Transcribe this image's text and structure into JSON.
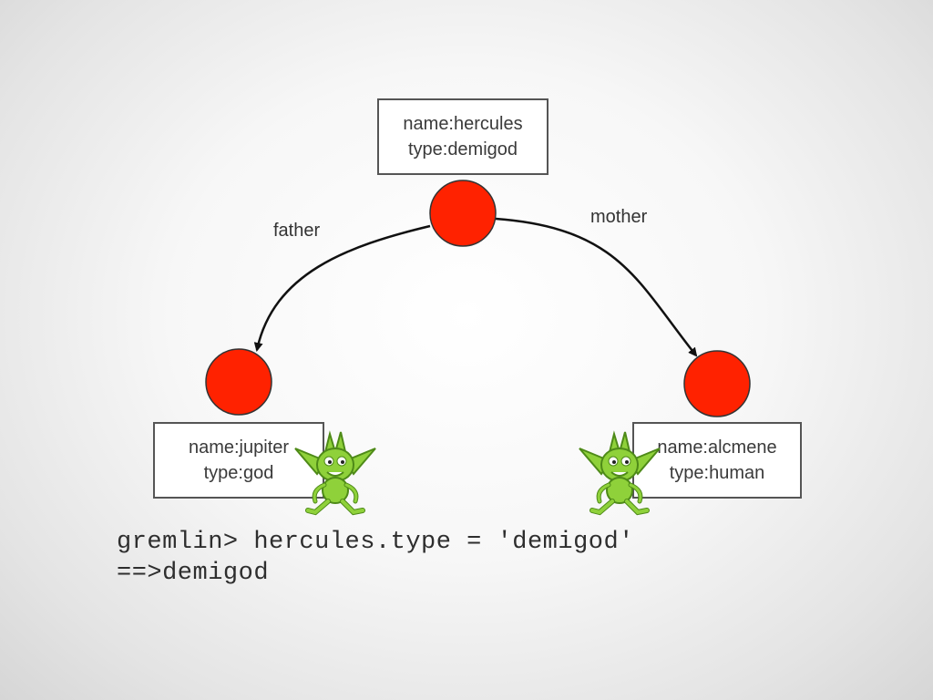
{
  "diagram": {
    "nodes": [
      {
        "id": "hercules",
        "properties": [
          "name:hercules",
          "type:demigod"
        ]
      },
      {
        "id": "jupiter",
        "properties": [
          "name:jupiter",
          "type:god"
        ]
      },
      {
        "id": "alcmene",
        "properties": [
          "name:alcmene",
          "type:human"
        ]
      }
    ],
    "edges": [
      {
        "from": "hercules",
        "to": "jupiter",
        "label": "father"
      },
      {
        "from": "hercules",
        "to": "alcmene",
        "label": "mother"
      }
    ],
    "colors": {
      "vertex": "#ff2200",
      "vertex_stroke": "#333333",
      "edge": "#111111",
      "gremlin": "#8fd13a",
      "gremlin_dark": "#4e8a18"
    },
    "icons": [
      "gremlin-mascot-icon",
      "gremlin-mascot-icon"
    ]
  },
  "console": {
    "lines": [
      "gremlin> hercules.type = 'demigod'",
      "==>demigod"
    ]
  }
}
